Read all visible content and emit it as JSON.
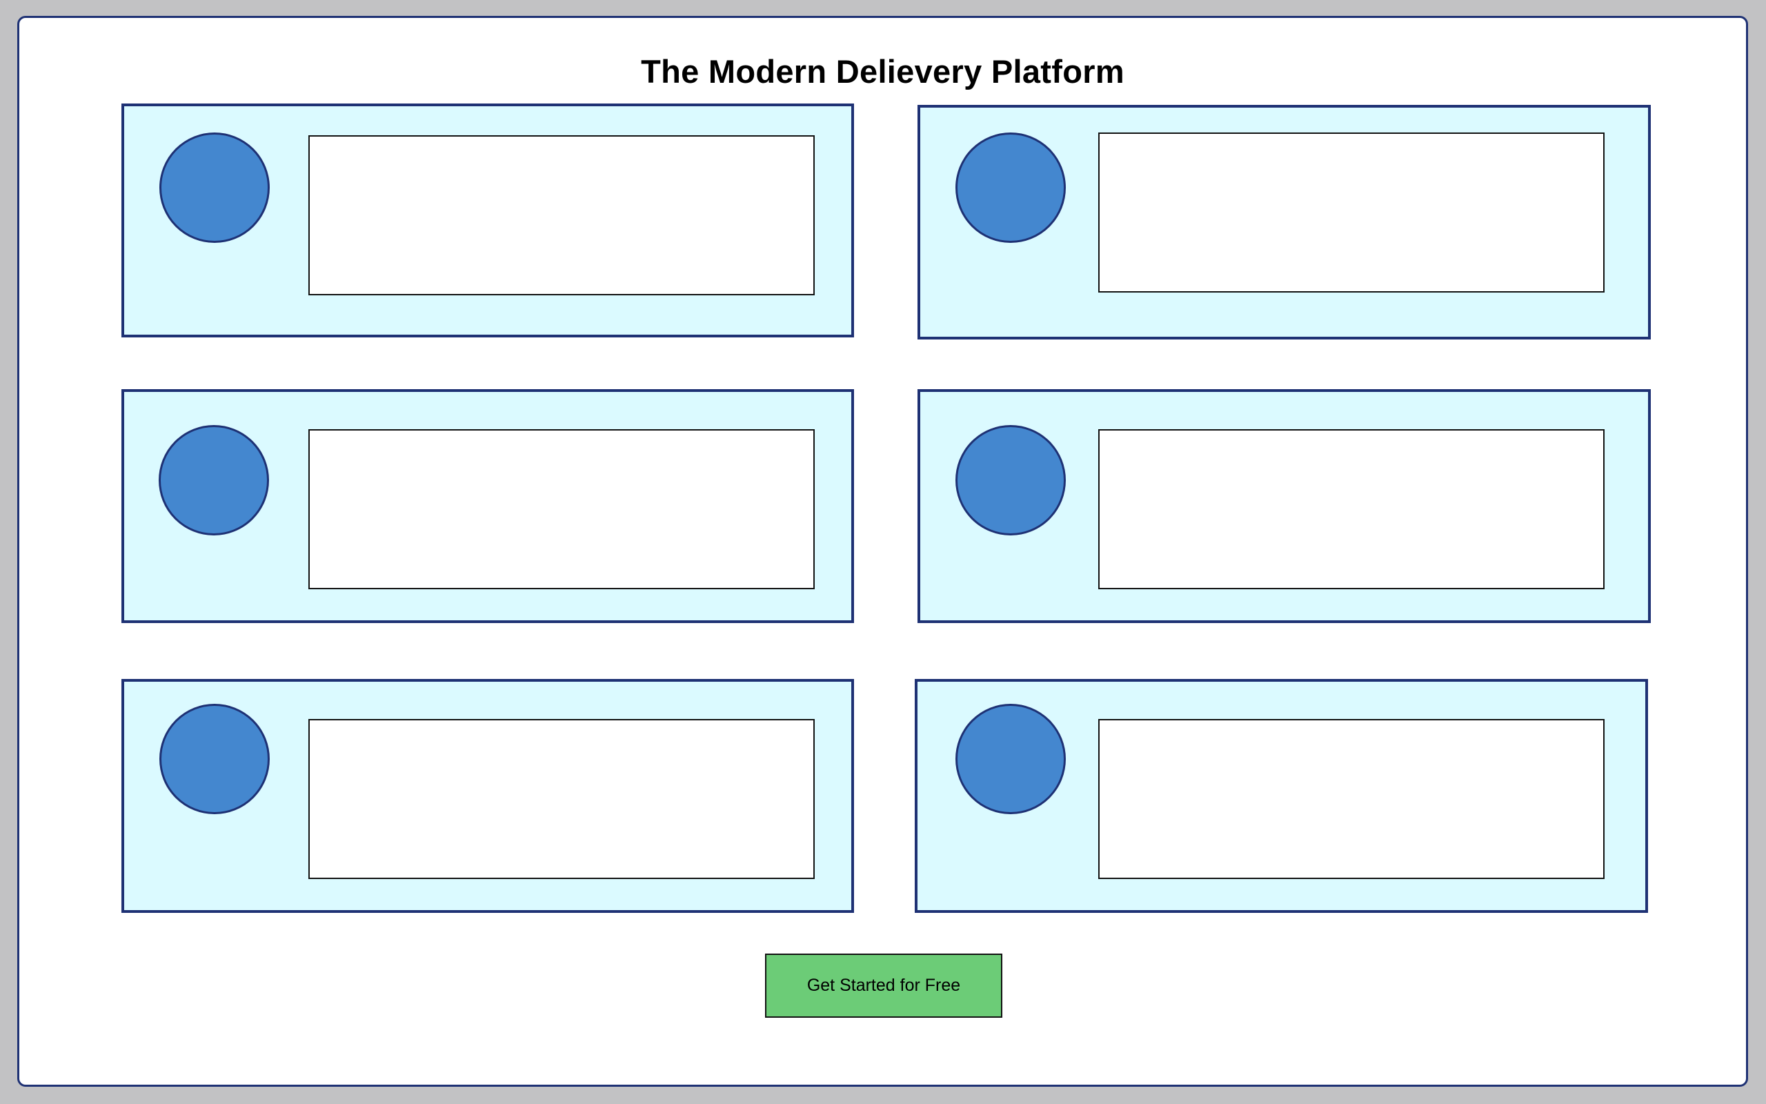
{
  "header": {
    "title": "The Modern Delievery Platform"
  },
  "cards": [
    {
      "id": 1,
      "icon": "circle-avatar"
    },
    {
      "id": 2,
      "icon": "circle-avatar"
    },
    {
      "id": 3,
      "icon": "circle-avatar"
    },
    {
      "id": 4,
      "icon": "circle-avatar"
    },
    {
      "id": 5,
      "icon": "circle-avatar"
    },
    {
      "id": 6,
      "icon": "circle-avatar"
    }
  ],
  "cta": {
    "label": "Get Started for Free"
  },
  "colors": {
    "background": "#c2c2c4",
    "frame_border": "#1e3174",
    "card_fill": "#dbfaff",
    "avatar_fill": "#4487cf",
    "cta_fill": "#6ccc77"
  }
}
